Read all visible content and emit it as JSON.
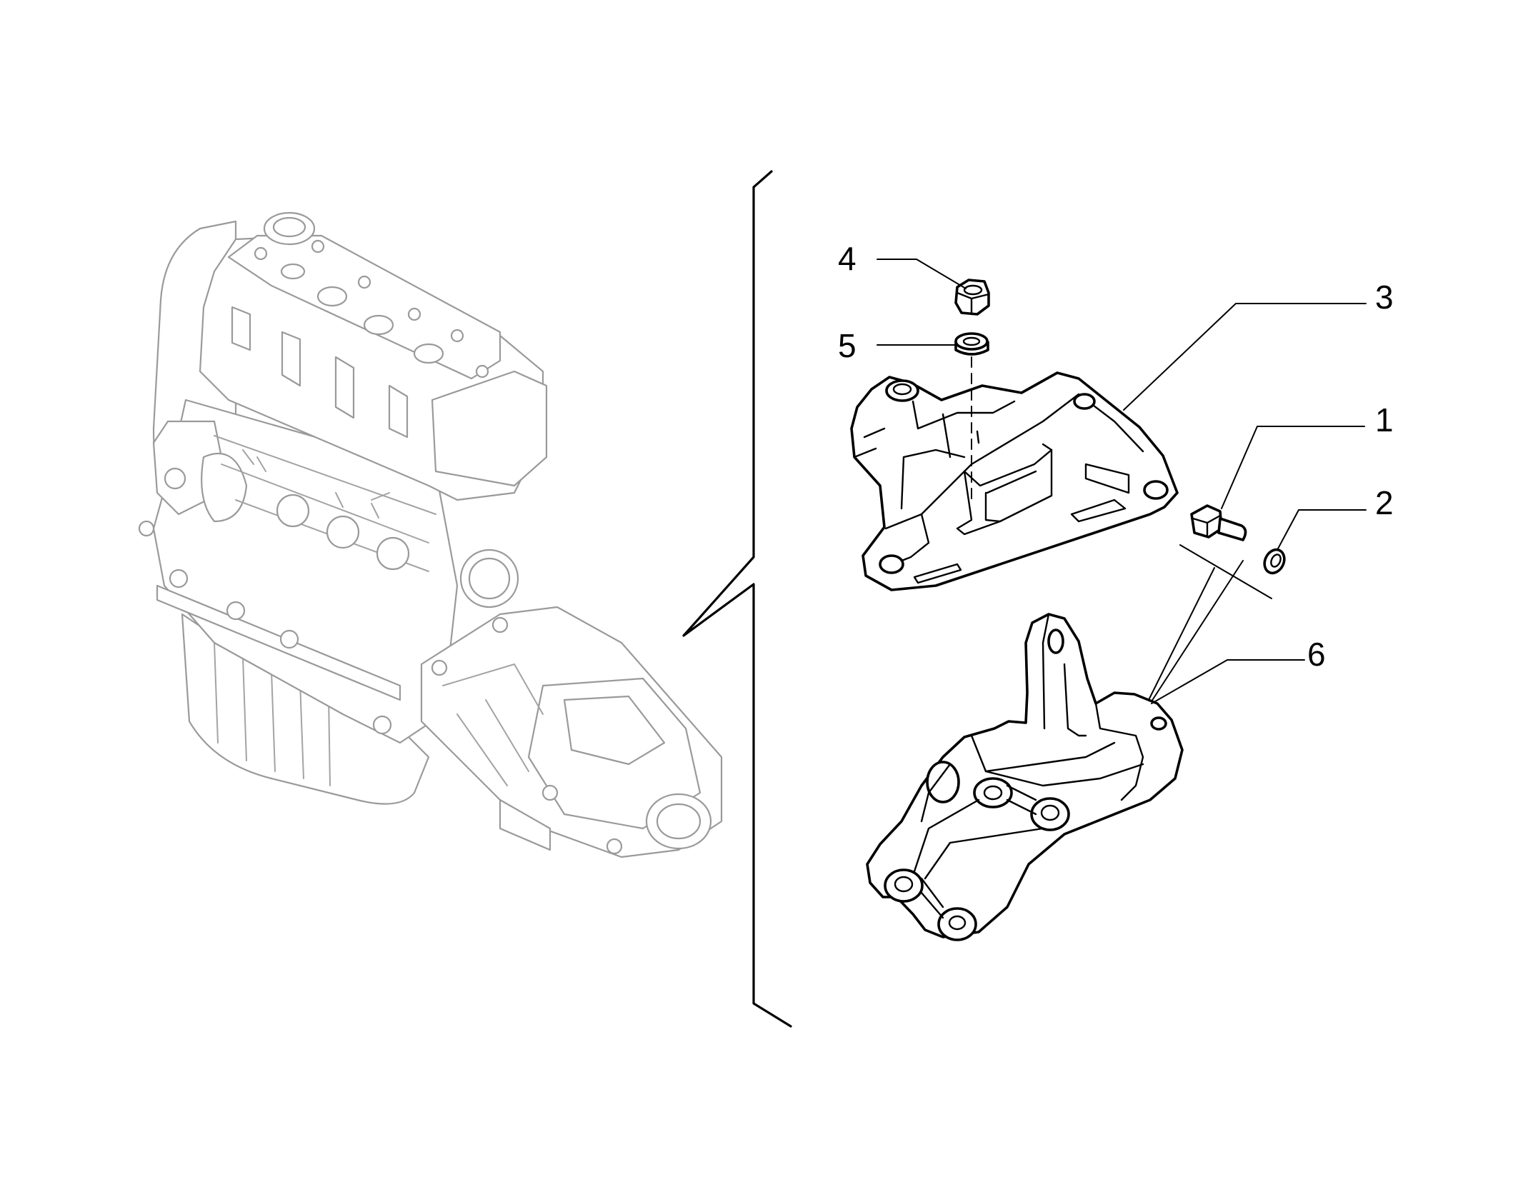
{
  "callouts": [
    {
      "id": "1",
      "label": "1"
    },
    {
      "id": "2",
      "label": "2"
    },
    {
      "id": "3",
      "label": "3"
    },
    {
      "id": "4",
      "label": "4"
    },
    {
      "id": "5",
      "label": "5"
    },
    {
      "id": "6",
      "label": "6"
    }
  ],
  "icons": {
    "engine": "engine-assembly-icon",
    "bracket": "mount-bracket-icon",
    "support": "engine-support-icon",
    "bolt": "bolt-icon",
    "washer": "washer-icon",
    "nut": "nut-icon",
    "spacer": "spacer-icon"
  },
  "colors": {
    "engine_outline": "#9a9a9a",
    "part_outline": "#000000",
    "background": "#ffffff"
  }
}
